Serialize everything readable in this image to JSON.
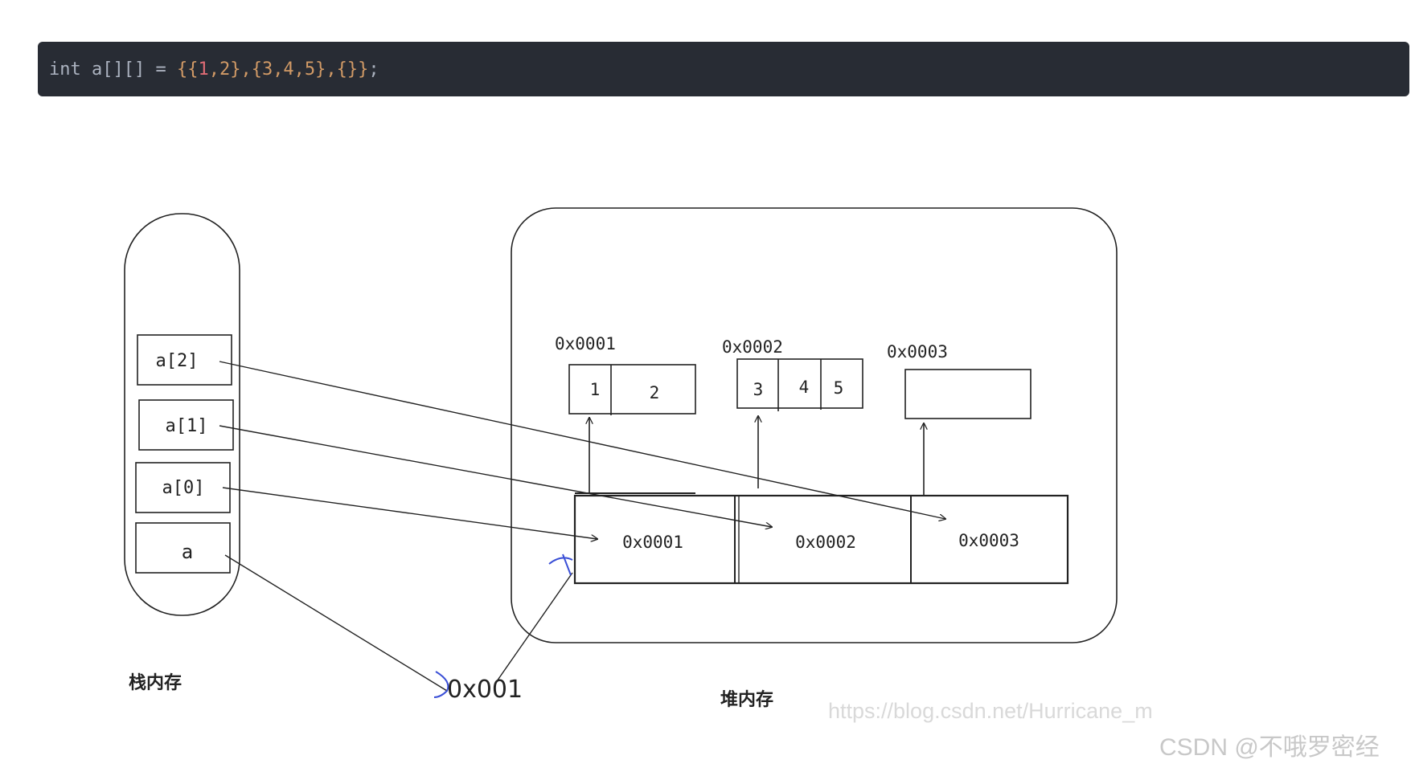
{
  "code": {
    "keyword": "int",
    "var": " a[][] = ",
    "tokens": [
      {
        "t": "{{",
        "c": "lit"
      },
      {
        "t": "1",
        "c": "num"
      },
      {
        "t": ",2},{3,4,5},{}}",
        "c": "lit"
      },
      {
        "t": ";",
        "c": "kw"
      }
    ]
  },
  "stack": {
    "label": "栈内存",
    "slots": [
      "a[2]",
      "a[1]",
      "a[0]",
      "a"
    ]
  },
  "heap": {
    "label": "堆内存",
    "ref_cells": [
      "0x0001",
      "0x0002",
      "0x0003"
    ],
    "arrays": [
      {
        "address": "0x0001",
        "values": [
          "1",
          "2"
        ]
      },
      {
        "address": "0x0002",
        "values": [
          "3",
          "4",
          "5"
        ]
      },
      {
        "address": "0x0003",
        "values": []
      }
    ]
  },
  "pointer_address": "0x001",
  "watermarks": {
    "url": "https://blog.csdn.net/Hurricane_m",
    "author": "CSDN @不哦罗密经"
  },
  "colors": {
    "code_bg": "#282c34",
    "line": "#222222",
    "blue_mark": "#3a4fd6"
  }
}
